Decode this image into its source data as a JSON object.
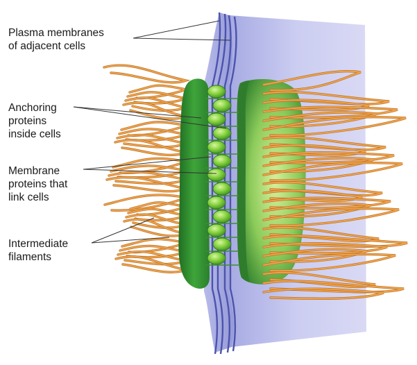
{
  "labels": {
    "plasma_membranes": [
      "Plasma membranes",
      "of adjacent cells"
    ],
    "anchoring_proteins": [
      "Anchoring",
      "proteins",
      "inside cells"
    ],
    "membrane_proteins": [
      "Membrane",
      "proteins that",
      "link cells"
    ],
    "intermediate_filaments": [
      "Intermediate",
      "filaments"
    ]
  },
  "colors": {
    "membrane_sheet": "#c9c9ee",
    "membrane_edge": "#5a63b8",
    "anchor_plaque": "#3e9e3a",
    "linker_protein": "#7fd23f",
    "filament": "#f0a24a"
  }
}
